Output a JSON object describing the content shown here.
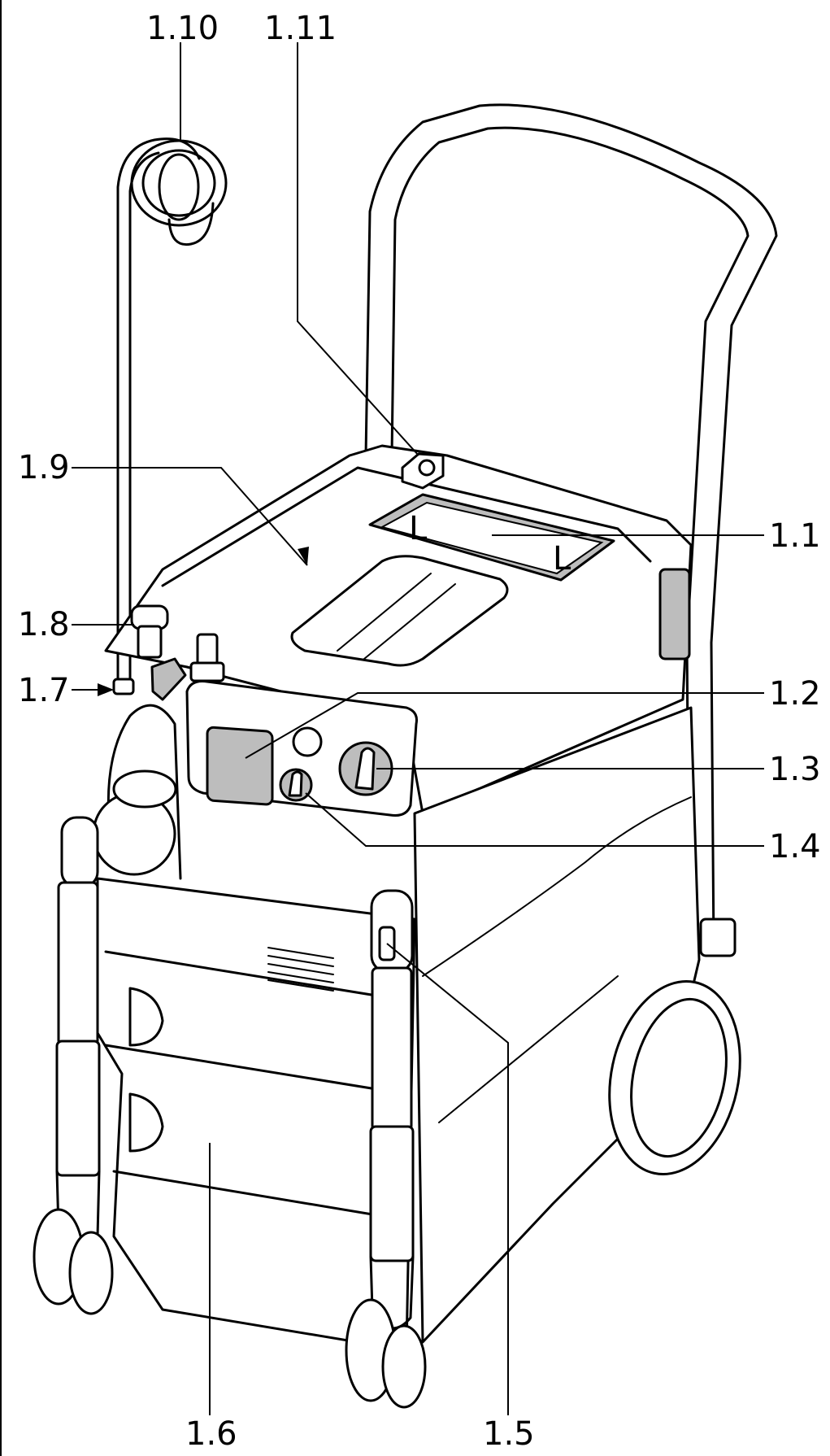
{
  "callouts": [
    {
      "id": "1.1",
      "label": "1.1"
    },
    {
      "id": "1.2",
      "label": "1.2"
    },
    {
      "id": "1.3",
      "label": "1.3"
    },
    {
      "id": "1.4",
      "label": "1.4"
    },
    {
      "id": "1.5",
      "label": "1.5"
    },
    {
      "id": "1.6",
      "label": "1.6"
    },
    {
      "id": "1.7",
      "label": "1.7"
    },
    {
      "id": "1.8",
      "label": "1.8"
    },
    {
      "id": "1.9",
      "label": "1.9"
    },
    {
      "id": "1.10",
      "label": "1.10"
    },
    {
      "id": "1.11",
      "label": "1.11"
    }
  ],
  "dust_class_label": {
    "left_mark": "L",
    "right_mark": "L"
  },
  "colors": {
    "ink": "#000000",
    "background": "#ffffff",
    "label_fill": "#bdbdbd"
  }
}
